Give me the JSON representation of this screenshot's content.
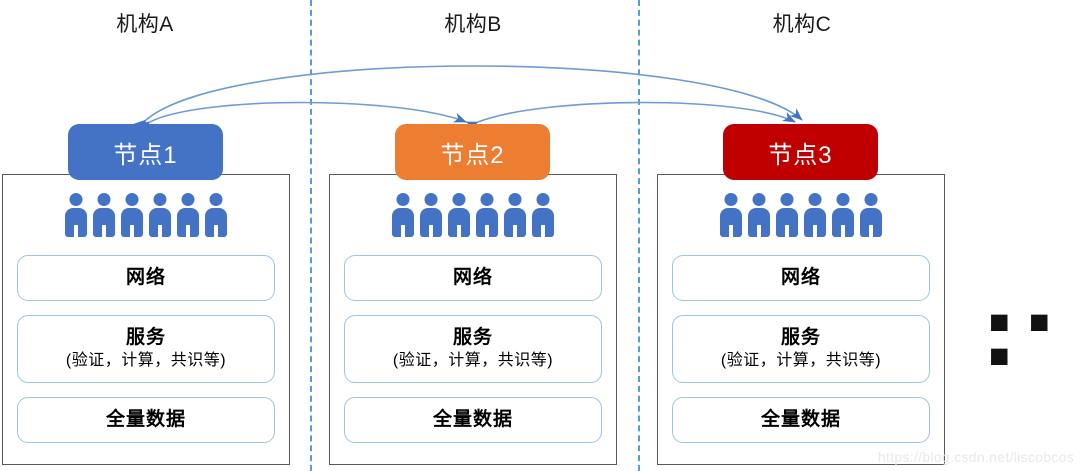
{
  "diagram": {
    "title_bar_present": false,
    "organizations": [
      {
        "label": "机构A",
        "node": {
          "label": "节点1",
          "color": "#4472C4"
        },
        "people_count": 6,
        "layers": [
          {
            "name": "network",
            "title": "网络",
            "subtitle": ""
          },
          {
            "name": "service",
            "title": "服务",
            "subtitle": "(验证，计算，共识等)"
          },
          {
            "name": "data",
            "title": "全量数据",
            "subtitle": ""
          }
        ]
      },
      {
        "label": "机构B",
        "node": {
          "label": "节点2",
          "color": "#ED7D31"
        },
        "people_count": 6,
        "layers": [
          {
            "name": "network",
            "title": "网络",
            "subtitle": ""
          },
          {
            "name": "service",
            "title": "服务",
            "subtitle": "(验证，计算，共识等)"
          },
          {
            "name": "data",
            "title": "全量数据",
            "subtitle": ""
          }
        ]
      },
      {
        "label": "机构C",
        "node": {
          "label": "节点3",
          "color": "#C00000"
        },
        "people_count": 6,
        "layers": [
          {
            "name": "network",
            "title": "网络",
            "subtitle": ""
          },
          {
            "name": "service",
            "title": "服务",
            "subtitle": "(验证，计算，共识等)"
          },
          {
            "name": "data",
            "title": "全量数据",
            "subtitle": ""
          }
        ]
      }
    ],
    "more_indicator": "■ ■ ■",
    "connections": [
      {
        "from": "节点1",
        "to": "节点2",
        "style": "double-headed-curve"
      },
      {
        "from": "节点2",
        "to": "节点3",
        "style": "double-headed-curve"
      },
      {
        "from": "节点1",
        "to": "节点3",
        "style": "double-headed-curve-wide"
      }
    ],
    "colors": {
      "node_blue": "#4472C4",
      "node_orange": "#ED7D31",
      "node_red": "#C00000",
      "people_blue": "#4472C4",
      "inner_border": "#9DC3E6",
      "outer_border": "#595959",
      "divider": "#5B9BD5",
      "arrow": "#6E9BD4"
    }
  },
  "watermark": {
    "text": "https://blog.csdn.net/liscobcos"
  }
}
